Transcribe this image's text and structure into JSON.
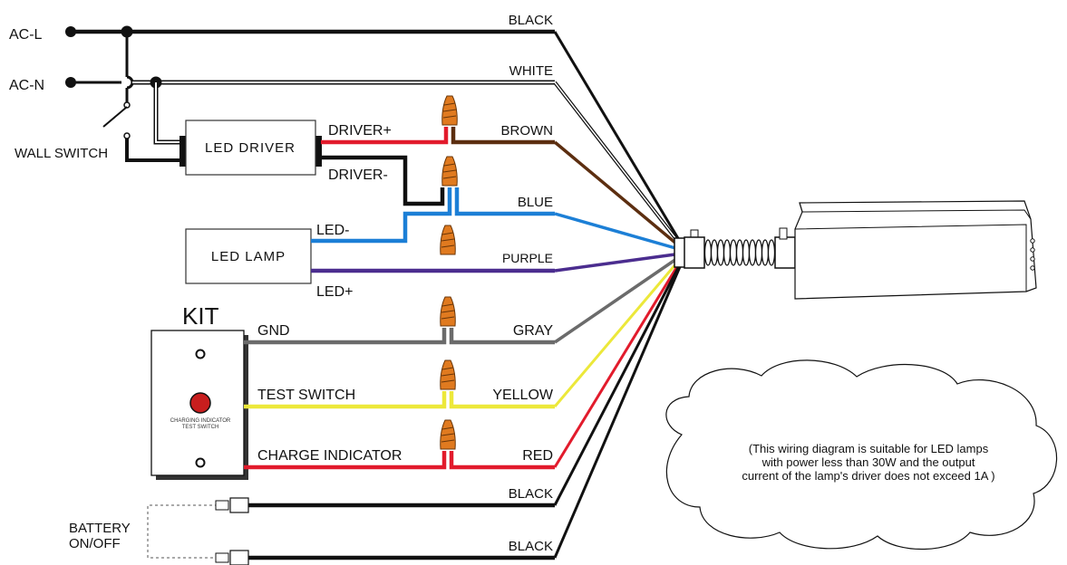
{
  "left_labels": {
    "ac_l": "AC-L",
    "ac_n": "AC-N",
    "wall_switch": "WALL SWITCH",
    "battery_line1": "BATTERY",
    "battery_line2": "ON/OFF"
  },
  "boxes": {
    "led_driver": "LED DRIVER",
    "led_lamp": "LED LAMP",
    "kit_title": "KIT",
    "kit_plate_line1": "CHARGING INDICATOR",
    "kit_plate_line2": "TEST SWITCH"
  },
  "inner_labels": {
    "driver_plus": "DRIVER+",
    "driver_minus": "DRIVER-",
    "led_minus": "LED-",
    "led_plus": "LED+",
    "gnd": "GND",
    "test_switch": "TEST SWITCH",
    "charge_indicator": "CHARGE INDICATOR"
  },
  "wires": {
    "black_top": "BLACK",
    "white": "WHITE",
    "brown": "BROWN",
    "blue": "BLUE",
    "purple": "PURPLE",
    "gray": "GRAY",
    "yellow": "YELLOW",
    "red": "RED",
    "black_mid": "BLACK",
    "black_bottom": "BLACK"
  },
  "wire_colors": {
    "black": "#111111",
    "brown": "#5c2e10",
    "blue": "#1c7fd6",
    "purple": "#4b2d8f",
    "gray": "#6b6b6b",
    "yellow": "#ece83a",
    "red": "#e21b2c",
    "nut": "#e07a1f"
  },
  "note": {
    "line1": "(This wiring diagram is suitable for LED lamps",
    "line2": "with power less than 30W and the output",
    "line3": "current of the lamp's driver does not exceed 1A )"
  }
}
